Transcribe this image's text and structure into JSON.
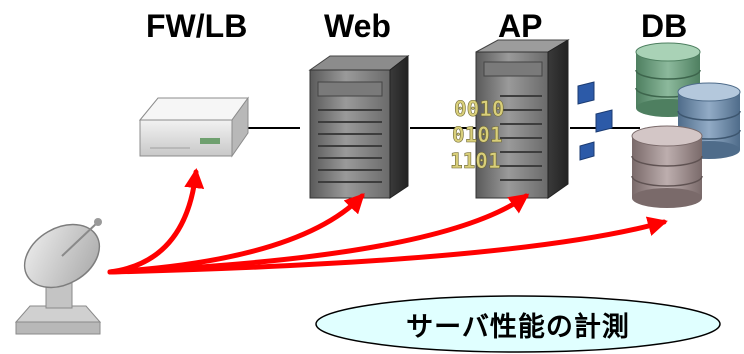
{
  "tiers": {
    "fw_lb": "FW/LB",
    "web": "Web",
    "ap": "AP",
    "db": "DB"
  },
  "ap_binary": [
    "0010",
    "0101",
    "1101"
  ],
  "caption": "サーバ性能の計測",
  "colors": {
    "arrow": "#ff0000",
    "link": "#000000",
    "caption_fill": "#e0ffff",
    "db_top": "#6f9f80",
    "db_mid": "#6f8ba8",
    "db_bottom": "#9b8c8c",
    "packet": "#2c5aa8"
  }
}
